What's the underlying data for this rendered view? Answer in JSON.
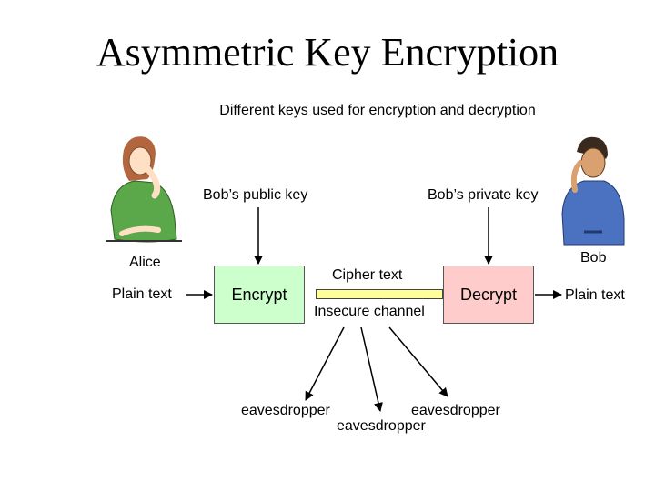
{
  "title": "Asymmetric Key Encryption",
  "subtitle": "Different keys used for encryption and decryption",
  "keys": {
    "public": "Bob’s public key",
    "private": "Bob’s private key"
  },
  "people": {
    "sender": "Alice",
    "receiver": "Bob"
  },
  "plaintext_in": "Plain text",
  "plaintext_out": "Plain text",
  "boxes": {
    "encrypt": "Encrypt",
    "decrypt": "Decrypt"
  },
  "channel": {
    "ciphertext_label": "Cipher text",
    "label": "Insecure channel"
  },
  "eavesdroppers": [
    "eavesdropper",
    "eavesdropper",
    "eavesdropper"
  ],
  "colors": {
    "encrypt_fill": "#ccffcc",
    "decrypt_fill": "#ffcccc",
    "channel_fill": "#ffff99"
  }
}
